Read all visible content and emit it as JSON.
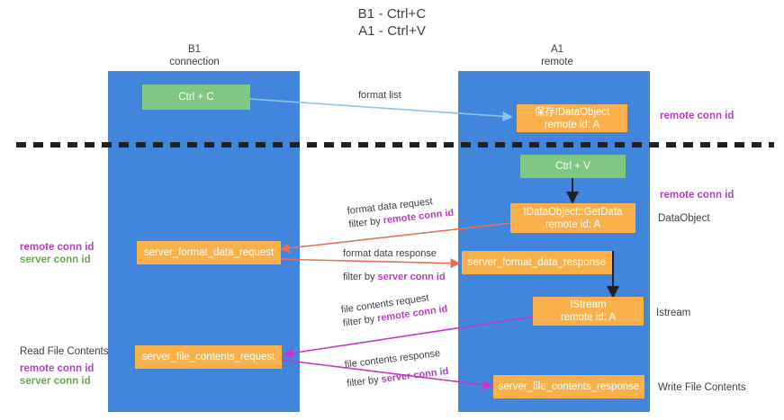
{
  "title": {
    "line1": "B1 - Ctrl+C",
    "line2": "A1 - Ctrl+V"
  },
  "columns": [
    {
      "name": "B1",
      "sub": "connection"
    },
    {
      "name": "A1",
      "sub": "remote"
    }
  ],
  "nodes": {
    "ctrl_c": {
      "label": "Ctrl + C"
    },
    "ctrl_v": {
      "label": "Ctrl + V"
    },
    "save_idataobject": {
      "label": "保存IDataObject",
      "sub": "remote id: A"
    },
    "getdata": {
      "label": "IDataObject::GetData",
      "sub": "remote id: A"
    },
    "istream": {
      "label": "IStream",
      "sub": "remote id: A"
    },
    "server_format_data_request": {
      "label": "server_format_data_request"
    },
    "server_format_data_response": {
      "label": "server_format_data_response"
    },
    "server_file_contents_request": {
      "label": "server_file_contents_request"
    },
    "server_file_contents_response": {
      "label": "server_file_contents_response"
    }
  },
  "edges": {
    "format_list": {
      "label": "format list"
    },
    "format_data_request": {
      "line1": "format data request",
      "filter_prefix": "filter by ",
      "filter_key": "remote conn id"
    },
    "format_data_response": {
      "line1": "format data response",
      "filter_prefix": "filter by ",
      "filter_key": "server conn id"
    },
    "file_contents_request": {
      "line1": "file contents request",
      "filter_prefix": "filter by ",
      "filter_key": "remote conn id"
    },
    "file_contents_response": {
      "line1": "file contents response",
      "filter_prefix": "filter by ",
      "filter_key": "server conn id"
    }
  },
  "annotations": {
    "right_remote_conn_id_top": "remote conn id",
    "right_remote_conn_id_mid": "remote conn id",
    "right_dataobject": "DataObject",
    "right_istream": "Istream",
    "right_write_file_contents": "Write File Contents",
    "left_remote_conn_id_1": "remote conn id",
    "left_server_conn_id_1": "server conn id",
    "left_read_file_contents": "Read File Contents",
    "left_remote_conn_id_2": "remote conn id",
    "left_server_conn_id_2": "server conn id"
  },
  "colors": {
    "lane": "#4285dd",
    "green": "#80c784",
    "orange": "#fbb14b",
    "purple": "#b43fc4",
    "green_text": "#6aa84f",
    "red_arrow": "#e8705a",
    "magenta_arrow": "#c936c4",
    "blue_arrow": "#8fc4e8",
    "dark": "#202124"
  }
}
